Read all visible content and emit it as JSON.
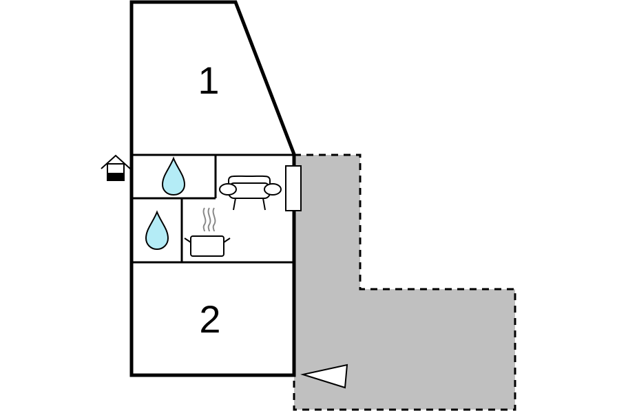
{
  "floorplan": {
    "rooms": [
      {
        "id": "room-1",
        "number": "1"
      },
      {
        "id": "room-2",
        "number": "2"
      },
      {
        "id": "bathroom-upper",
        "fixture": "water-drop-icon"
      },
      {
        "id": "bathroom-lower",
        "fixture": "water-drop-icon"
      },
      {
        "id": "kitchen",
        "fixture": "cooking-pot-icon"
      },
      {
        "id": "living-room",
        "fixture": "sofa-icon"
      }
    ],
    "icons": [
      "entrance-house-icon",
      "door-marker-icon",
      "view-direction-triangle-icon"
    ],
    "colors": {
      "wall": "#000000",
      "terrace": "#c0c0c0",
      "water": "#b4ecf6",
      "steam": "#888888",
      "background": "#ffffff"
    }
  }
}
